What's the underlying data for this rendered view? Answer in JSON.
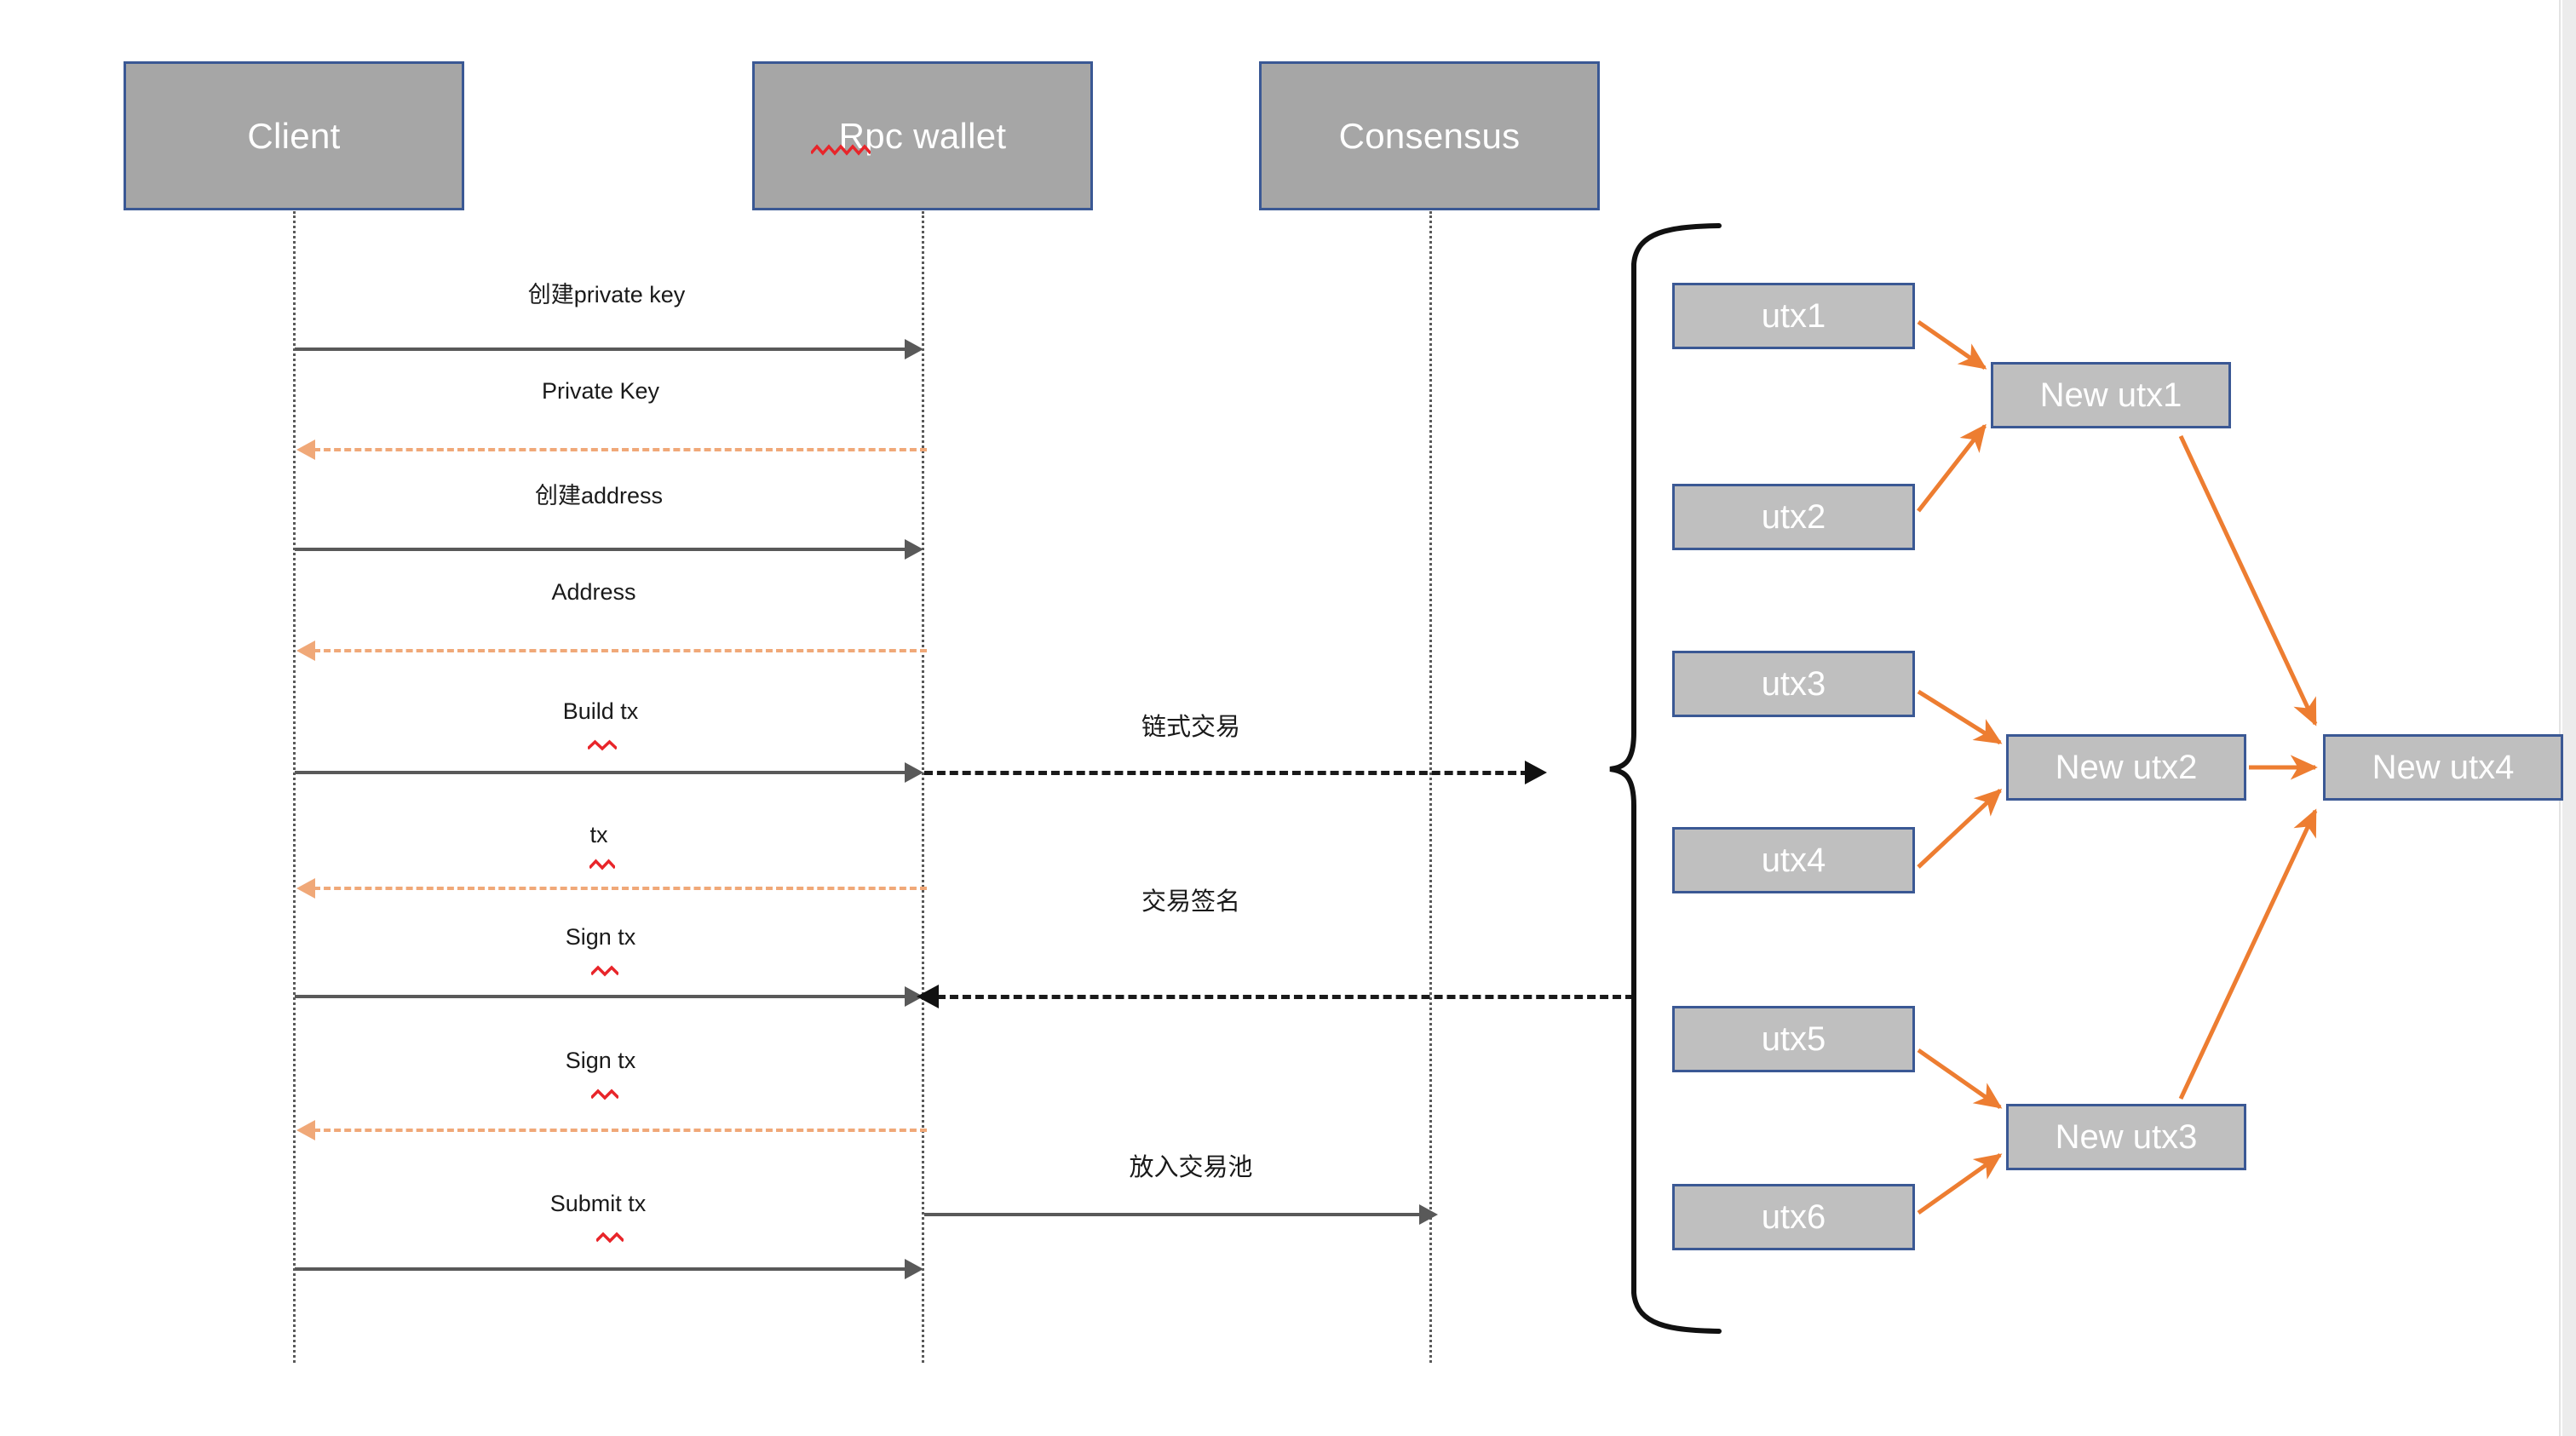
{
  "diagram": {
    "title": "Wallet transaction sequence and UTXO chaining",
    "colors": {
      "actor_fill": "#a6a6a6",
      "actor_border": "#3a5894",
      "utxo_fill": "#bfbfbf",
      "utxo_border": "#3a5894",
      "solid_arrow": "#595959",
      "dashed_return_arrow": "#f0a878",
      "black_dashed_arrow": "#111111",
      "utxo_arrow": "#ed7d31",
      "brace": "#000000",
      "spellcheck_underline": "#e8252a",
      "page_background": "#ffffff",
      "page_gutter": "#ececec"
    },
    "actors": [
      {
        "id": "client",
        "label": "Client",
        "misspelled": false
      },
      {
        "id": "rpc-wallet",
        "label": "Rpc wallet",
        "misspelled": true
      },
      {
        "id": "consensus",
        "label": "Consensus",
        "misspelled": false
      }
    ],
    "messages": [
      {
        "id": "m1",
        "label": "创建private key",
        "from": "client",
        "to": "rpc-wallet",
        "style": "solid",
        "direction": "right",
        "misspelled": false
      },
      {
        "id": "m2",
        "label": "Private Key",
        "from": "rpc-wallet",
        "to": "client",
        "style": "dashed-return",
        "direction": "left",
        "misspelled": false
      },
      {
        "id": "m3",
        "label": "创建address",
        "from": "client",
        "to": "rpc-wallet",
        "style": "solid",
        "direction": "right",
        "misspelled": false
      },
      {
        "id": "m4",
        "label": "Address",
        "from": "rpc-wallet",
        "to": "client",
        "style": "dashed-return",
        "direction": "left",
        "misspelled": false
      },
      {
        "id": "m5",
        "label": "Build tx",
        "from": "client",
        "to": "rpc-wallet",
        "style": "solid",
        "direction": "right",
        "misspelled": true
      },
      {
        "id": "m6",
        "label": "tx",
        "from": "rpc-wallet",
        "to": "client",
        "style": "dashed-return",
        "direction": "left",
        "misspelled": true
      },
      {
        "id": "m7",
        "label": "Sign tx",
        "from": "client",
        "to": "rpc-wallet",
        "style": "solid",
        "direction": "right",
        "misspelled": true
      },
      {
        "id": "m8",
        "label": "Sign tx",
        "from": "rpc-wallet",
        "to": "client",
        "style": "dashed-return",
        "direction": "left",
        "misspelled": true
      },
      {
        "id": "m9",
        "label": "Submit tx",
        "from": "client",
        "to": "rpc-wallet",
        "style": "solid",
        "direction": "right",
        "misspelled": true
      }
    ],
    "right_messages": [
      {
        "id": "r1",
        "label": "链式交易",
        "from": "rpc-wallet",
        "to": "utxo-group",
        "style": "dashed-black",
        "direction": "right"
      },
      {
        "id": "r2",
        "label": "交易签名",
        "from": "utxo-group",
        "to": "rpc-wallet",
        "style": "dashed-black",
        "direction": "left"
      },
      {
        "id": "r3",
        "label": "放入交易池",
        "from": "rpc-wallet",
        "to": "consensus",
        "style": "solid",
        "direction": "right"
      }
    ],
    "utxo_inputs": [
      {
        "id": "utx1",
        "label": "utx1"
      },
      {
        "id": "utx2",
        "label": "utx2"
      },
      {
        "id": "utx3",
        "label": "utx3"
      },
      {
        "id": "utx4",
        "label": "utx4"
      },
      {
        "id": "utx5",
        "label": "utx5"
      },
      {
        "id": "utx6",
        "label": "utx6"
      }
    ],
    "utxo_outputs": [
      {
        "id": "new-utx1",
        "label": "New utx1"
      },
      {
        "id": "new-utx2",
        "label": "New utx2"
      },
      {
        "id": "new-utx3",
        "label": "New utx3"
      },
      {
        "id": "new-utx4",
        "label": "New utx4"
      }
    ],
    "utxo_edges": [
      {
        "from": "utx1",
        "to": "new-utx1"
      },
      {
        "from": "utx2",
        "to": "new-utx1"
      },
      {
        "from": "utx3",
        "to": "new-utx2"
      },
      {
        "from": "utx4",
        "to": "new-utx2"
      },
      {
        "from": "utx5",
        "to": "new-utx3"
      },
      {
        "from": "utx6",
        "to": "new-utx3"
      },
      {
        "from": "new-utx1",
        "to": "new-utx4"
      },
      {
        "from": "new-utx2",
        "to": "new-utx4"
      },
      {
        "from": "new-utx3",
        "to": "new-utx4"
      }
    ]
  }
}
